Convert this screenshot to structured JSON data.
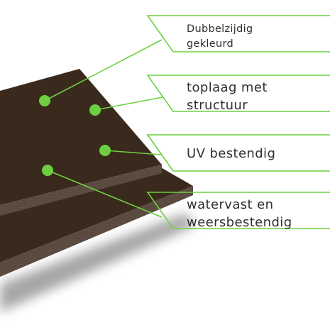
{
  "colors": {
    "accent": "#6cd040",
    "board_top": "#3a2a1d",
    "board_edge": "#5b4a40",
    "text": "#2f2f2f"
  },
  "callouts": [
    {
      "lines": [
        "Dubbelzijdig",
        "gekleurd"
      ]
    },
    {
      "lines": [
        "toplaag met",
        "structuur"
      ]
    },
    {
      "lines": [
        "UV bestendig"
      ]
    },
    {
      "lines": [
        "watervast en",
        "weersbestendig"
      ]
    }
  ]
}
